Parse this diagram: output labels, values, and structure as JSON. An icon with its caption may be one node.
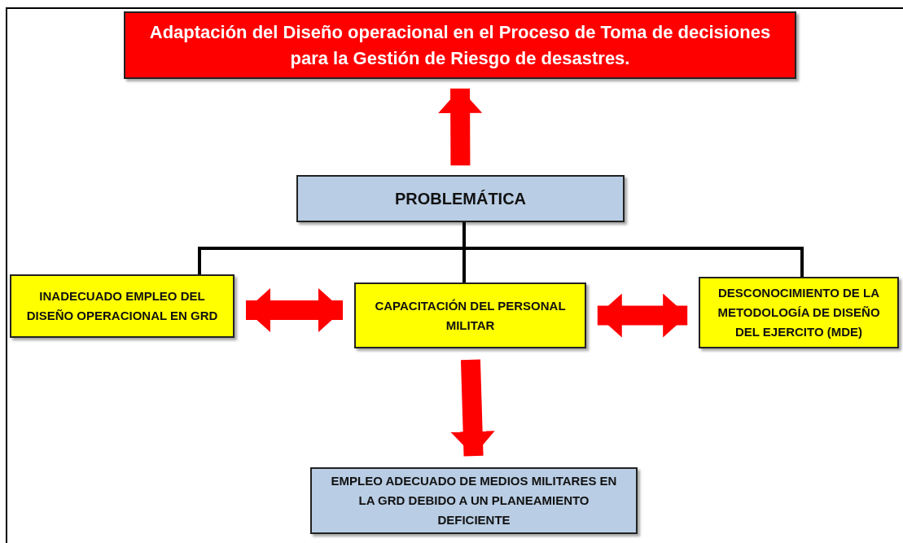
{
  "diagram": {
    "nodes": [
      {
        "text": [
          "Adaptación del Diseño operacional en el Proceso de Toma de decisiones para la Gestión de Riesgo de desastres."
        ]
      },
      {
        "text": [
          "PROBLEMÁTICA"
        ]
      },
      {
        "text": [
          "INADECUADO EMPLEO DEL DISEÑO OPERACIONAL EN GRD"
        ]
      },
      {
        "text": [
          "CAPACITACIÓN DEL PERSONAL MILITAR"
        ]
      },
      {
        "text": [
          "DESCONOCIMIENTO DE LA METODOLOGÍA DE DISEÑO DEL EJERCITO (MDE)"
        ]
      },
      {
        "text": [
          "EMPLEO ADECUADO DE MEDIOS MILITARES EN LA GRD DEBIDO A UN PLANEAMIENTO DEFICIENTE"
        ]
      }
    ],
    "edges": [
      {
        "from": 1,
        "to": 0,
        "arrow": "to"
      },
      {
        "from": 1,
        "to": 2,
        "arrow": "none",
        "color": "#000000"
      },
      {
        "from": 1,
        "to": 3,
        "arrow": "none",
        "color": "#000000"
      },
      {
        "from": 1,
        "to": 4,
        "arrow": "none",
        "color": "#000000"
      },
      {
        "from": 2,
        "to": 3,
        "arrow": "both"
      },
      {
        "from": 3,
        "to": 4,
        "arrow": "both"
      },
      {
        "from": 3,
        "to": 5,
        "arrow": "to"
      }
    ]
  }
}
